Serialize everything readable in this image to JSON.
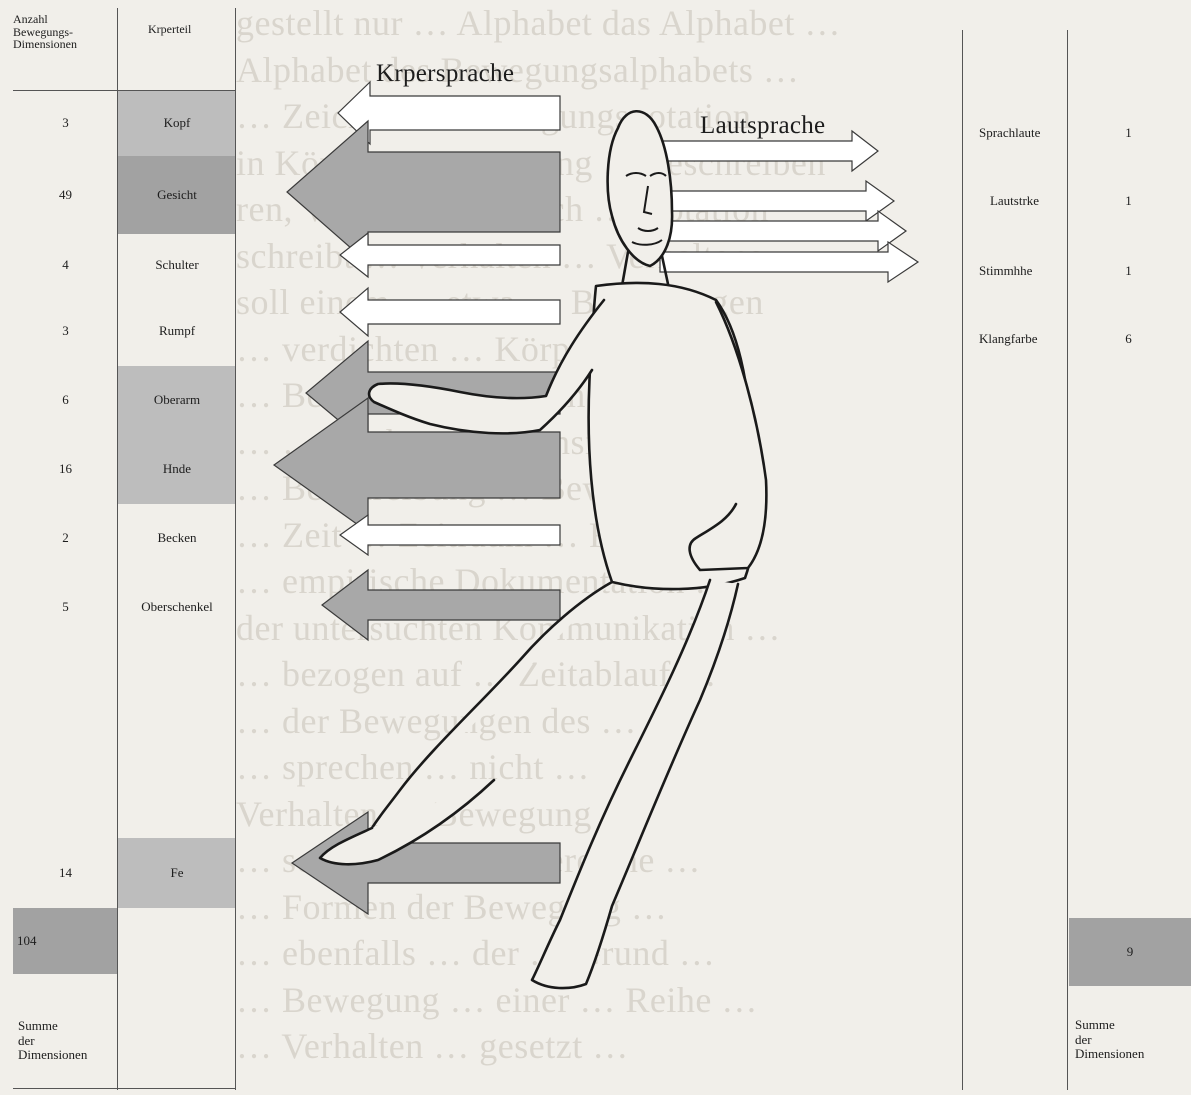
{
  "left_table": {
    "col1_header": [
      "Anzahl",
      "Bewegungs-",
      "Dimensionen"
    ],
    "col2_header": "Krperteil",
    "rows": [
      {
        "count": "3",
        "part": "Kopf"
      },
      {
        "count": "49",
        "part": "Gesicht"
      },
      {
        "count": "4",
        "part": "Schulter"
      },
      {
        "count": "3",
        "part": "Rumpf"
      },
      {
        "count": "6",
        "part": "Oberarm"
      },
      {
        "count": "16",
        "part": "Hnde"
      },
      {
        "count": "2",
        "part": "Becken"
      },
      {
        "count": "5",
        "part": "Oberschenkel"
      },
      {
        "count": "14",
        "part": "Fe"
      }
    ],
    "total": "104",
    "total_label": [
      "Summe",
      "der",
      "Dimensionen"
    ]
  },
  "right_table": {
    "rows": [
      {
        "feature": "Sprachlaute",
        "count": "1"
      },
      {
        "feature": "Lautstrke",
        "count": "1"
      },
      {
        "feature": "Stimmhhe",
        "count": "1"
      },
      {
        "feature": "Klangfarbe",
        "count": "6"
      }
    ],
    "total": "9",
    "total_label": [
      "Summe",
      "der",
      "Dimensionen"
    ]
  },
  "titles": {
    "body_language": "Krpersprache",
    "spoken_language": "Lautsprache"
  },
  "colors": {
    "gray_fill": "#bdbdbd",
    "dark_gray_fill": "#a2a2a2",
    "outline": "#3a3a3a"
  }
}
